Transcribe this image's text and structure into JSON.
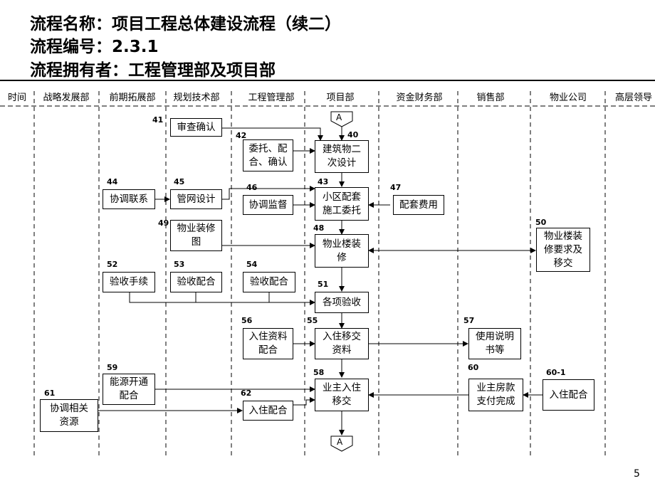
{
  "header": {
    "process_name": "流程名称：项目工程总体建设流程（续二）",
    "process_number": "流程编号：2.3.1",
    "process_owner": "流程拥有者：工程管理部及项目部"
  },
  "columns": [
    "时间",
    "战略发展部",
    "前期拓展部",
    "规划技术部",
    "工程管理部",
    "项目部",
    "资金财务部",
    "销售部",
    "物业公司",
    "高层领导"
  ],
  "connectors": {
    "top": "A",
    "bottom": "A"
  },
  "steps": [
    {
      "id": "s41",
      "num": "41",
      "text": [
        "审查确认"
      ]
    },
    {
      "id": "s42",
      "num": "42",
      "text": [
        "委托、配",
        "合、确认"
      ]
    },
    {
      "id": "s40",
      "num": "40",
      "text": [
        "建筑物二",
        "次设计"
      ]
    },
    {
      "id": "s44",
      "num": "44",
      "text": [
        "协调联系"
      ]
    },
    {
      "id": "s45",
      "num": "45",
      "text": [
        "管网设计"
      ]
    },
    {
      "id": "s46",
      "num": "46",
      "text": [
        "协调监督"
      ]
    },
    {
      "id": "s43",
      "num": "43",
      "text": [
        "小区配套",
        "施工委托"
      ]
    },
    {
      "id": "s47",
      "num": "47",
      "text": [
        "配套费用"
      ]
    },
    {
      "id": "s49",
      "num": "49",
      "text": [
        "物业装修",
        "图"
      ]
    },
    {
      "id": "s48",
      "num": "48",
      "text": [
        "物业楼装",
        "修"
      ]
    },
    {
      "id": "s50",
      "num": "50",
      "text": [
        "物业楼装",
        "修要求及",
        "移交"
      ]
    },
    {
      "id": "s52",
      "num": "52",
      "text": [
        "验收手续"
      ]
    },
    {
      "id": "s53",
      "num": "53",
      "text": [
        "验收配合"
      ]
    },
    {
      "id": "s54",
      "num": "54",
      "text": [
        "验收配合"
      ]
    },
    {
      "id": "s51",
      "num": "51",
      "text": [
        "各项验收"
      ]
    },
    {
      "id": "s56",
      "num": "56",
      "text": [
        "入住资料",
        "配合"
      ]
    },
    {
      "id": "s55",
      "num": "55",
      "text": [
        "入住移交",
        "资料"
      ]
    },
    {
      "id": "s57",
      "num": "57",
      "text": [
        "使用说明",
        "书等"
      ]
    },
    {
      "id": "s59",
      "num": "59",
      "text": [
        "能源开通",
        "配合"
      ]
    },
    {
      "id": "s58",
      "num": "58",
      "text": [
        "业主入住",
        "移交"
      ]
    },
    {
      "id": "s60",
      "num": "60",
      "text": [
        "业主房款",
        "支付完成"
      ]
    },
    {
      "id": "s60-1",
      "num": "60-1",
      "text": [
        "入住配合"
      ]
    },
    {
      "id": "s61",
      "num": "61",
      "text": [
        "协调相关",
        "资源"
      ]
    },
    {
      "id": "s62",
      "num": "62",
      "text": [
        "入住配合"
      ]
    }
  ],
  "page_number": "5"
}
